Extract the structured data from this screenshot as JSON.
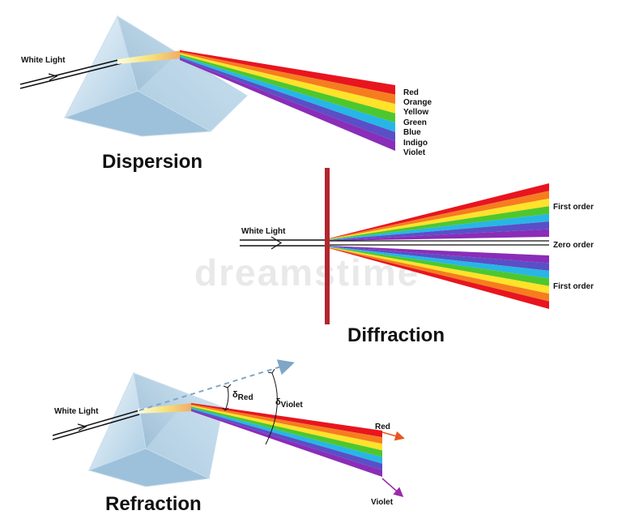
{
  "dispersion": {
    "title": "Dispersion",
    "input_label": "White Light",
    "colors": [
      "Red",
      "Orange",
      "Yellow",
      "Green",
      "Blue",
      "Indigo",
      "Violet"
    ]
  },
  "diffraction": {
    "title": "Diffraction",
    "input_label": "White Light",
    "first_order_top": "First order",
    "zero_order": "Zero order",
    "first_order_bottom": "First order"
  },
  "refraction": {
    "title": "Refraction",
    "input_label": "White Light",
    "delta_red": {
      "symbol": "δ",
      "sub": "Red"
    },
    "delta_violet": {
      "symbol": "δ",
      "sub": "Violet"
    },
    "red_label": "Red",
    "violet_label": "Violet"
  },
  "watermark": "dreamstime",
  "spectrum_colors": [
    "#e8151f",
    "#f57d1f",
    "#ffe22a",
    "#4ec72e",
    "#27b6e6",
    "#5a4fc7",
    "#8a2db8"
  ],
  "colors": {
    "slit": "#b3262e",
    "prism_light": "#e6f2fa",
    "prism_mid": "#b9d6e8",
    "prism_dark": "#8fb4cf",
    "dashed_line": "#7fa6c6",
    "red_arrow": "#e8561f",
    "violet_arrow": "#9a2aa8"
  }
}
